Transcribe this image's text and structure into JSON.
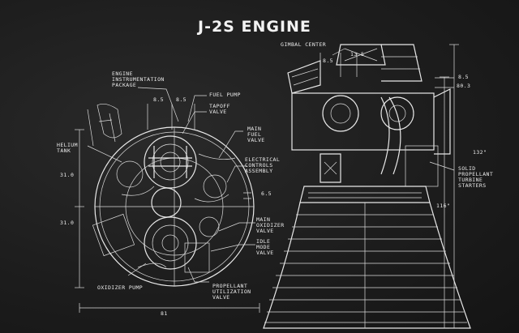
{
  "title": "J-2S ENGINE",
  "labels": {
    "engine_instrumentation": "ENGINE\nINSTRUMENTATION\nPACKAGE",
    "fuel_pump": "FUEL PUMP",
    "tapoff_valve": "TAPOFF\nVALVE",
    "helium_tank": "HELIUM\nTANK",
    "main_fuel_valve": "MAIN\nFUEL\nVALVE",
    "electrical_controls": "ELECTRICAL\nCONTROLS\nASSEMBLY",
    "main_oxidizer_valve": "MAIN\nOXIDIZER\nVALVE",
    "idle_mode_valve": "IDLE\nMODE\nVALVE",
    "oxidizer_pump": "OXIDIZER PUMP",
    "propellant_utilization": "PROPELLANT\nUTILIZATION\nVALVE",
    "gimbal_center": "GIMBAL CENTER",
    "solid_propellant": "SOLID\nPROPELLANT\nTURBINE\nSTARTERS"
  },
  "dims": {
    "d1": "8.5",
    "d2": "8.5",
    "d3": "31.0",
    "d4": "31.0",
    "d5": "81",
    "d6": "6.5",
    "d7": "8.5",
    "d8": "13.5",
    "d9": "8.5",
    "d10": "80.3",
    "d11": "132\"",
    "d12": "116\""
  }
}
